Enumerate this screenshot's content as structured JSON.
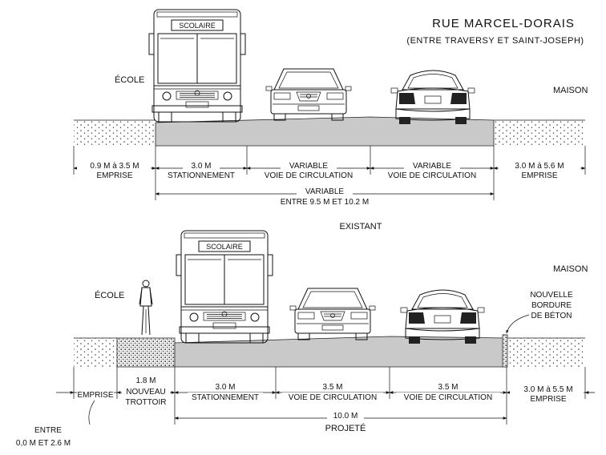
{
  "title": "RUE MARCEL-DORAIS",
  "subtitle": "(ENTRE TRAVERSY ET SAINT-JOSEPH)",
  "existing": {
    "label": "EXISTANT",
    "left_place": "ÉCOLE",
    "right_place": "MAISON",
    "bus_sign": "SCOLAIRE",
    "segments": [
      {
        "value": "0.9 M à 3.5 M",
        "desc": "EMPRISE"
      },
      {
        "value": "3.0 M",
        "desc": "STATIONNEMENT"
      },
      {
        "value": "VARIABLE",
        "desc": "VOIE DE CIRCULATION"
      },
      {
        "value": "VARIABLE",
        "desc": "VOIE DE CIRCULATION"
      },
      {
        "value": "3.0 M à 5.6 M",
        "desc": "EMPRISE"
      }
    ],
    "total_value": "VARIABLE",
    "total_desc": "ENTRE 9.5 M ET 10.2 M"
  },
  "projected": {
    "label": "PROJETÉ",
    "left_place": "ÉCOLE",
    "right_place": "MAISON",
    "bus_sign": "SCOLAIRE",
    "curb_note_1": "NOUVELLE",
    "curb_note_2": "BORDURE",
    "curb_note_3": "DE BÉTON",
    "segments": [
      {
        "value": "",
        "desc": "EMPRISE"
      },
      {
        "value": "1.8 M",
        "desc": "NOUVEAU",
        "desc2": "TROTTOIR"
      },
      {
        "value": "3.0 M",
        "desc": "STATIONNEMENT"
      },
      {
        "value": "3.5 M",
        "desc": "VOIE DE CIRCULATION"
      },
      {
        "value": "3.5 M",
        "desc": "VOIE DE CIRCULATION"
      },
      {
        "value": "3.0 M à 5.5 M",
        "desc": "EMPRISE"
      }
    ],
    "total_value": "10.0 M",
    "emprise_note_1": "ENTRE",
    "emprise_note_2": "0,0 M ET 2.6 M"
  }
}
